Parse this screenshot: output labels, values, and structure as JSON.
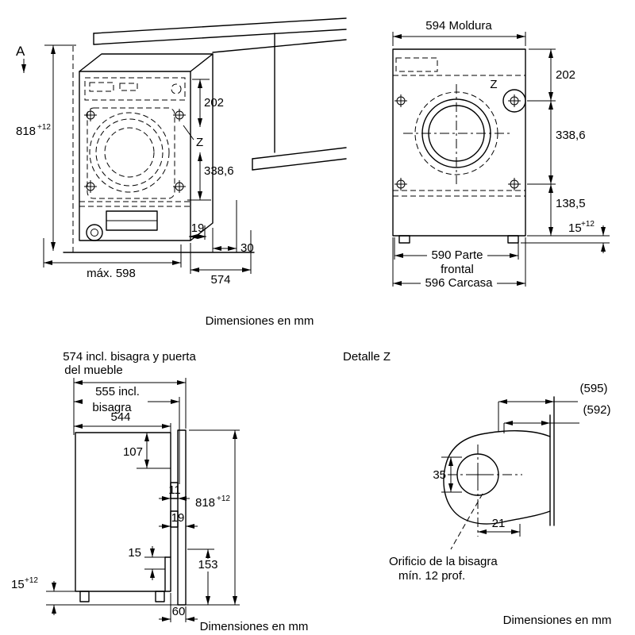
{
  "captions": {
    "dim_mm": "Dimensiones en mm",
    "detail_z": "Detalle Z"
  },
  "iso": {
    "label_a": "A",
    "h818": "818",
    "h818_sup": "+12",
    "d202": "202",
    "z": "Z",
    "d338": "338,6",
    "d19": "19",
    "d30": "30",
    "max598": "máx. 598",
    "d574": "574"
  },
  "front": {
    "moldura": "594 Moldura",
    "d202": "202",
    "z": "Z",
    "d338": "338,6",
    "d1385": "138,5",
    "d15": "15",
    "d15_sup": "+12",
    "frontal1": "590 Parte",
    "frontal2": "frontal",
    "carcasa": "596 Carcasa"
  },
  "side": {
    "t574a": "574 incl. bisagra y puerta",
    "t574b": "del mueble",
    "t555a": "555 incl.",
    "t555b": "bisagra",
    "d544": "544",
    "d107": "107",
    "d11": "11",
    "d19": "19",
    "h818": "818",
    "h818_sup": "+12",
    "d15": "15",
    "d153": "153",
    "d15b": "15",
    "d15b_sup": "+12",
    "d60": "60"
  },
  "detail": {
    "d595": "(595)",
    "d592": "(592)",
    "d35": "35",
    "d21": "21",
    "note1": "Orificio de la bisagra",
    "note2": "mín. 12 prof."
  }
}
